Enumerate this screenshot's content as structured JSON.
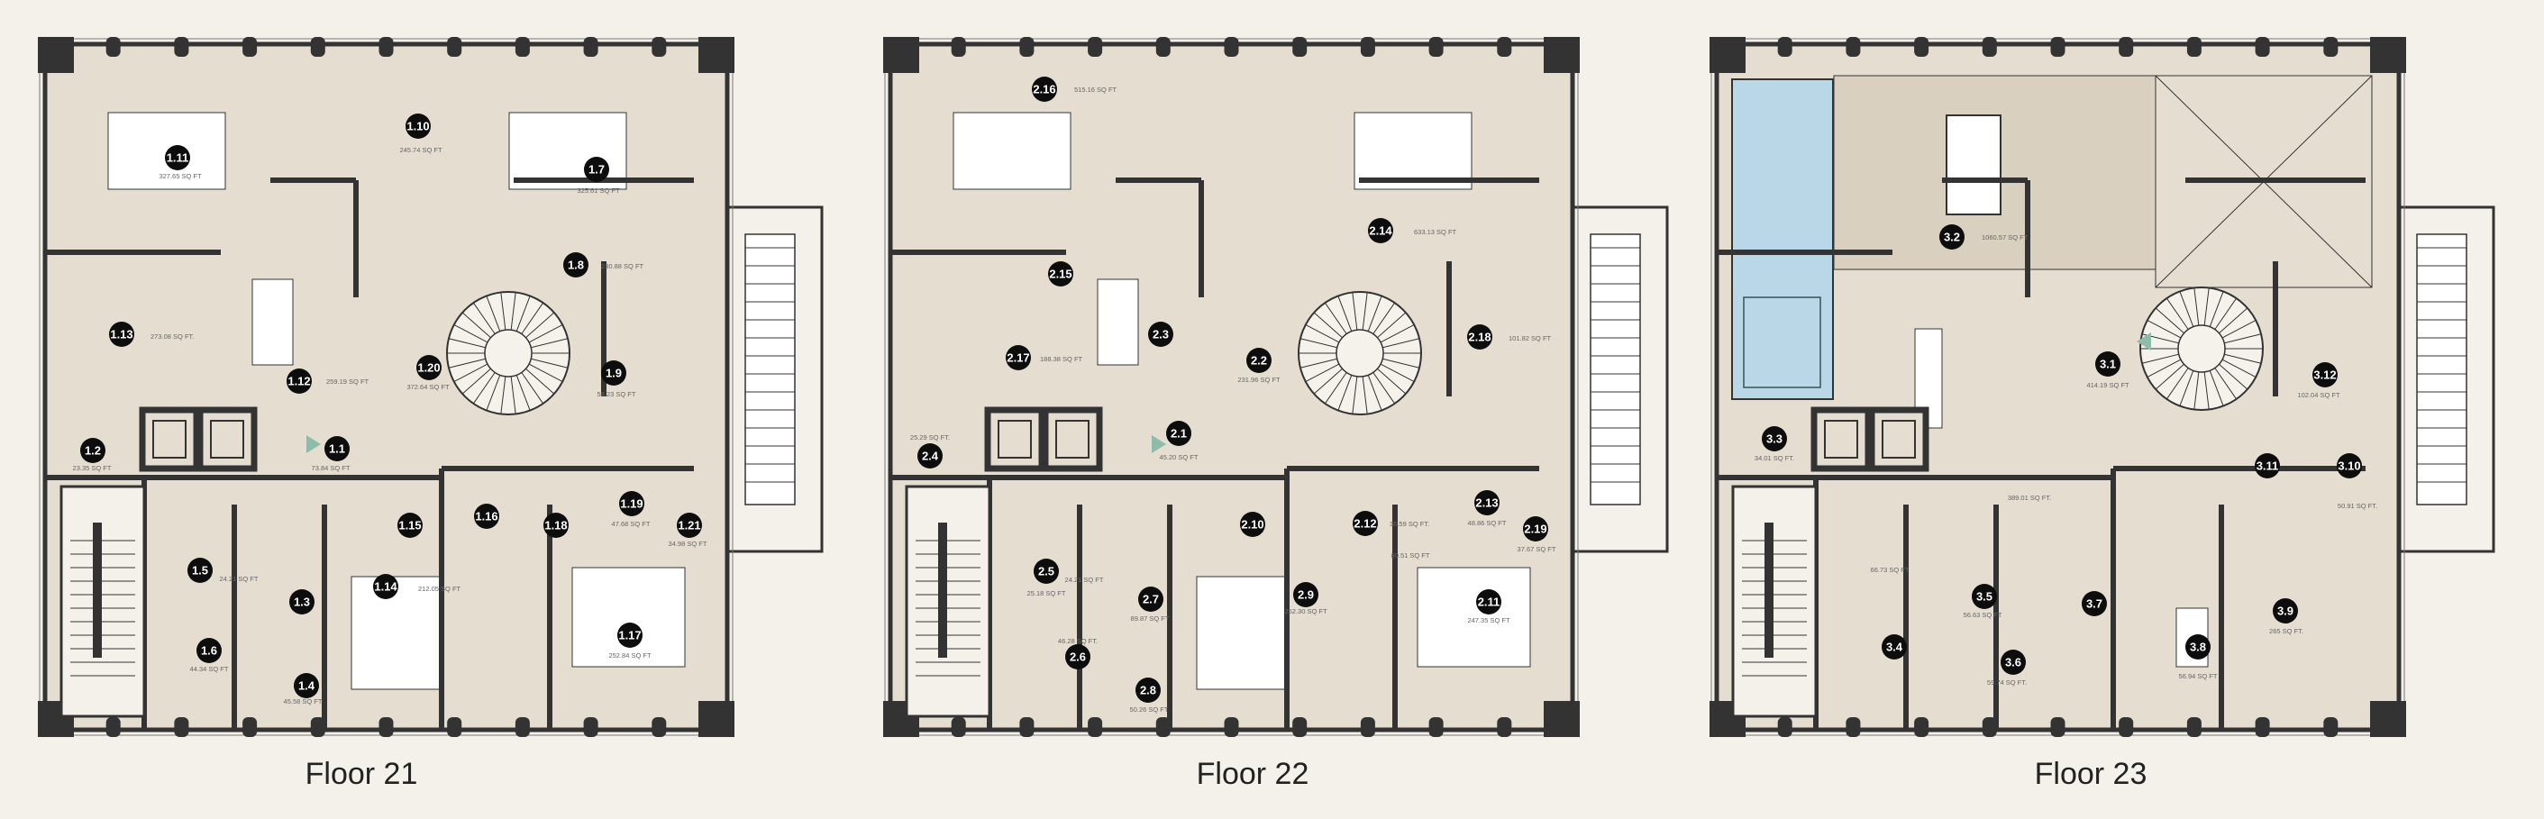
{
  "colors": {
    "background": "#f3f1ea",
    "room_fill": "#e4ddd0",
    "wall": "#333333",
    "furniture": "#ffffff",
    "pool": "#b9d7e6",
    "lounge": "#d9d0c0",
    "entry_arrow": "#8fbcaa",
    "marker": "#0d0d0d"
  },
  "floors": [
    {
      "caption": "Floor 21",
      "rooms": [
        {
          "id": "1.1",
          "area": "73.84 SQ FT"
        },
        {
          "id": "1.2",
          "area": "23.35 SQ FT"
        },
        {
          "id": "1.3",
          "area": ""
        },
        {
          "id": "1.4",
          "area": "45.58 SQ FT"
        },
        {
          "id": "1.5",
          "area": ""
        },
        {
          "id": "1.6",
          "area": "44.34 SQ FT"
        },
        {
          "id": "1.7",
          "area": "325.61 SQ FT"
        },
        {
          "id": "1.8",
          "area": "230.88 SQ FT"
        },
        {
          "id": "1.9",
          "area": "58.23 SQ FT"
        },
        {
          "id": "1.10",
          "area": "245.74 SQ FT"
        },
        {
          "id": "1.11",
          "area": "327.65 SQ FT"
        },
        {
          "id": "1.12",
          "area": "259.19 SQ FT"
        },
        {
          "id": "1.13",
          "area": "273.08 SQ FT."
        },
        {
          "id": "1.14",
          "area": "212.05 SQ FT"
        },
        {
          "id": "1.15",
          "area": ""
        },
        {
          "id": "1.16",
          "area": ""
        },
        {
          "id": "1.17",
          "area": "252.84 SQ FT"
        },
        {
          "id": "1.18",
          "area": ""
        },
        {
          "id": "1.19",
          "area": "47.68 SQ FT"
        },
        {
          "id": "1.20",
          "area": "372.64 SQ FT"
        },
        {
          "id": "1.21",
          "area": "34.98 SQ FT"
        }
      ],
      "extra_areas": [
        "24.21 SQ FT"
      ]
    },
    {
      "caption": "Floor 22",
      "rooms": [
        {
          "id": "2.1",
          "area": "45.20 SQ FT"
        },
        {
          "id": "2.2",
          "area": "231.96 SQ FT"
        },
        {
          "id": "2.3",
          "area": ""
        },
        {
          "id": "2.4",
          "area": "25.29 SQ FT."
        },
        {
          "id": "2.5",
          "area": "25.18 SQ FT"
        },
        {
          "id": "2.6",
          "area": "46.28 SQ FT."
        },
        {
          "id": "2.7",
          "area": "89.87 SQ FT"
        },
        {
          "id": "2.8",
          "area": "50.26 SQ FT"
        },
        {
          "id": "2.9",
          "area": "252.30 SQ FT"
        },
        {
          "id": "2.10",
          "area": ""
        },
        {
          "id": "2.11",
          "area": "247.35 SQ FT"
        },
        {
          "id": "2.12",
          "area": "36.59 SQ FT."
        },
        {
          "id": "2.13",
          "area": "48.86 SQ FT"
        },
        {
          "id": "2.14",
          "area": "633.13 SQ FT"
        },
        {
          "id": "2.15",
          "area": ""
        },
        {
          "id": "2.16",
          "area": "515.16 SQ FT"
        },
        {
          "id": "2.17",
          "area": "188.38 SQ FT"
        },
        {
          "id": "2.18",
          "area": "101.82 SQ FT"
        },
        {
          "id": "2.19",
          "area": "37.67 SQ FT"
        }
      ],
      "extra_areas": [
        "24.21 SQ FT",
        "80.51 SQ FT"
      ]
    },
    {
      "caption": "Floor 23",
      "rooms": [
        {
          "id": "3.1",
          "area": "414.19 SQ FT"
        },
        {
          "id": "3.2",
          "area": "1060.57 SQ FT"
        },
        {
          "id": "3.3",
          "area": "34.01 SQ FT."
        },
        {
          "id": "3.4",
          "area": ""
        },
        {
          "id": "3.5",
          "area": "56.63 SQ FT"
        },
        {
          "id": "3.6",
          "area": "59.74 SQ FT."
        },
        {
          "id": "3.7",
          "area": ""
        },
        {
          "id": "3.8",
          "area": "56.94 SQ FT"
        },
        {
          "id": "3.9",
          "area": "265 SQ FT."
        },
        {
          "id": "3.10",
          "area": "50.91 SQ FT."
        },
        {
          "id": "3.11",
          "area": ""
        },
        {
          "id": "3.12",
          "area": "102.04 SQ FT"
        }
      ],
      "extra_areas": [
        "389.01 SQ FT.",
        "66.73 SQ FT"
      ]
    }
  ]
}
